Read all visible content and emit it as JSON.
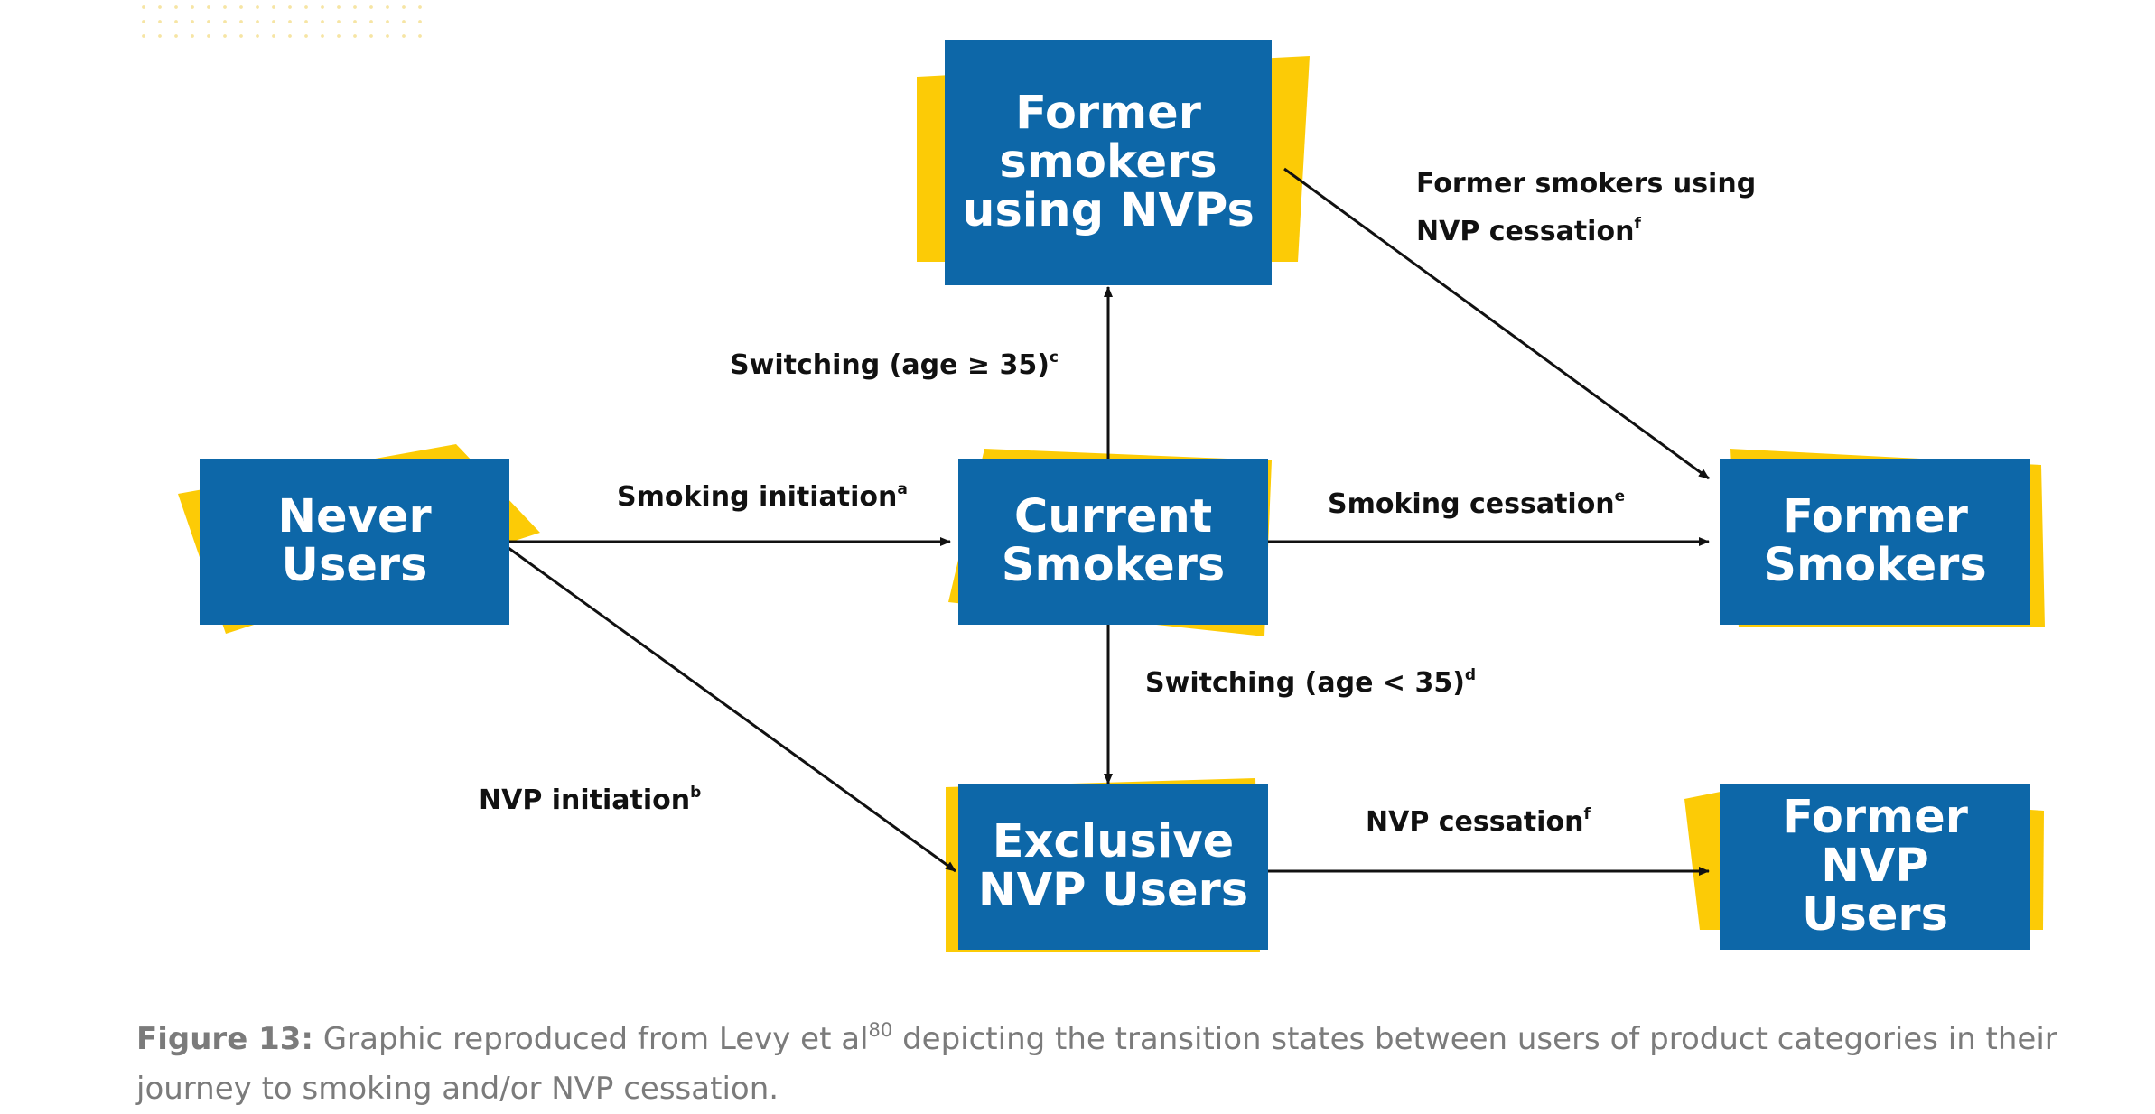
{
  "colors": {
    "box_fill": "#0d67a8",
    "accent_yellow": "#fccb06",
    "arrow": "#111111",
    "caption_text": "#7b7b7b"
  },
  "nodes": {
    "former_smokers_nvps": "Former\nsmokers\nusing NVPs",
    "never_users": "Never\nUsers",
    "current_smokers": "Current\nSmokers",
    "former_smokers": "Former\nSmokers",
    "exclusive_nvp_users": "Exclusive\nNVP Users",
    "former_nvp_users": "Former NVP\nUsers"
  },
  "edges": {
    "smoking_initiation": {
      "text": "Smoking initiation",
      "note": "a"
    },
    "nvp_initiation": {
      "text": "NVP initiation",
      "note": "b"
    },
    "switching_over_35": {
      "text": "Switching (age ≥ 35)",
      "note": "c"
    },
    "switching_under_35": {
      "text": "Switching (age < 35)",
      "note": "d"
    },
    "smoking_cessation": {
      "text": "Smoking cessation",
      "note": "e"
    },
    "former_smokers_nvp_cessation": {
      "line1": "Former smokers using",
      "line2": "NVP cessation",
      "note": "f"
    },
    "nvp_cessation": {
      "text": "NVP cessation",
      "note": "f"
    }
  },
  "caption": {
    "figure_label": "Figure 13:",
    "text_before_ref": " Graphic reproduced from Levy et al",
    "ref": "80",
    "text_after_ref": " depicting the transition states between users of product categories in their journey to smoking and/or NVP cessation."
  }
}
